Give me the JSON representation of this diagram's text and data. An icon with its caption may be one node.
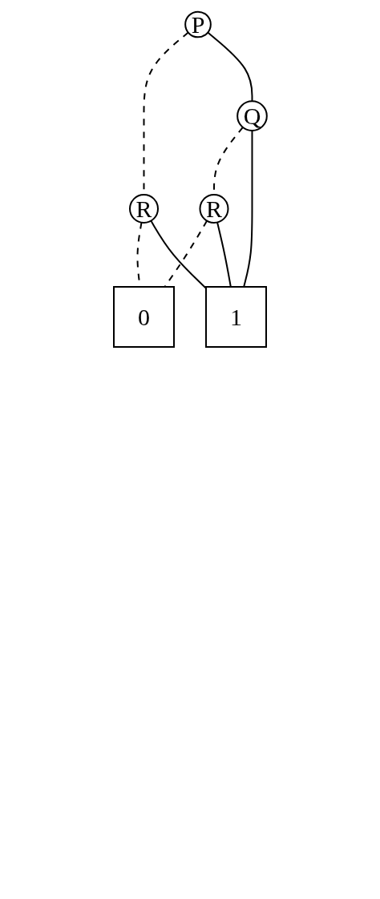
{
  "diagram": {
    "nodes": [
      {
        "text": [
          "P"
        ]
      },
      {
        "text": [
          "Q"
        ]
      },
      {
        "text": [
          "R"
        ]
      },
      {
        "text": [
          "R"
        ]
      },
      {
        "text": [
          "0"
        ]
      },
      {
        "text": [
          "1"
        ]
      }
    ],
    "edges": [
      {
        "from": 0,
        "to": 2,
        "arrow": "none",
        "style": "dashed"
      },
      {
        "from": 0,
        "to": 1,
        "arrow": "none"
      },
      {
        "from": 1,
        "to": 3,
        "arrow": "none",
        "style": "dashed"
      },
      {
        "from": 1,
        "to": 5,
        "arrow": "none"
      },
      {
        "from": 2,
        "to": 4,
        "arrow": "none",
        "style": "dashed"
      },
      {
        "from": 2,
        "to": 5,
        "arrow": "none"
      },
      {
        "from": 3,
        "to": 4,
        "arrow": "none",
        "style": "dashed"
      },
      {
        "from": 3,
        "to": 5,
        "arrow": "none"
      }
    ]
  }
}
